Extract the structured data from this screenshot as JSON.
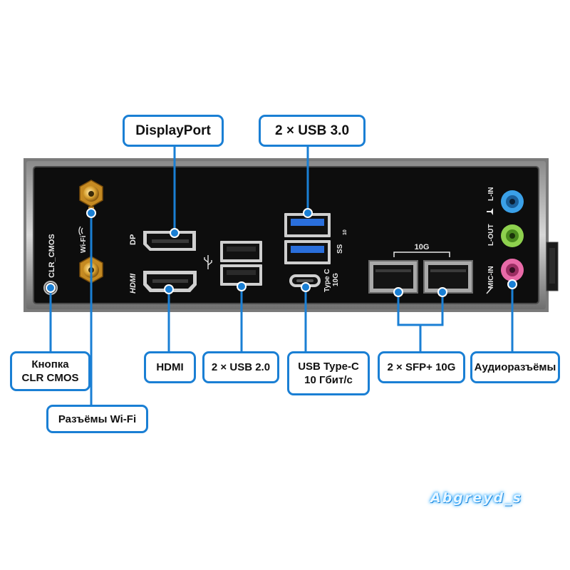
{
  "callouts": {
    "displayport": "DisplayPort",
    "usb30": "2 × USB 3.0",
    "clr_cmos_line1": "Кнопка",
    "clr_cmos_line2": "CLR CMOS",
    "hdmi": "HDMI",
    "usb20": "2 × USB 2.0",
    "usbc_line1": "USB Type-C",
    "usbc_line2": "10 Гбит/с",
    "sfp": "2 × SFP+ 10G",
    "audio": "Аудиоразъёмы",
    "wifi": "Разъёмы Wi-Fi"
  },
  "panel_labels": {
    "clr_cmos": "CLR_CMOS",
    "wifi": "Wi-Fi",
    "dp": "DP",
    "hdmi": "HDMI",
    "typec": "Type C",
    "typec_speed": "10G",
    "sfp_group": "10G",
    "ss": "SS",
    "ss_speed": "10",
    "line_in": "L-IN",
    "line_out": "L-OUT",
    "mic_in": "MIC-IN"
  },
  "watermark": "Abgreyd_s",
  "colors": {
    "accent": "#1a7fd4",
    "panel": "#0d0d0d",
    "usb3_blue": "#2a6fdc",
    "audio_blue": "#3aa0e8",
    "audio_green": "#8ed14e",
    "audio_pink": "#e96aa8",
    "gold": "#d8a030"
  }
}
